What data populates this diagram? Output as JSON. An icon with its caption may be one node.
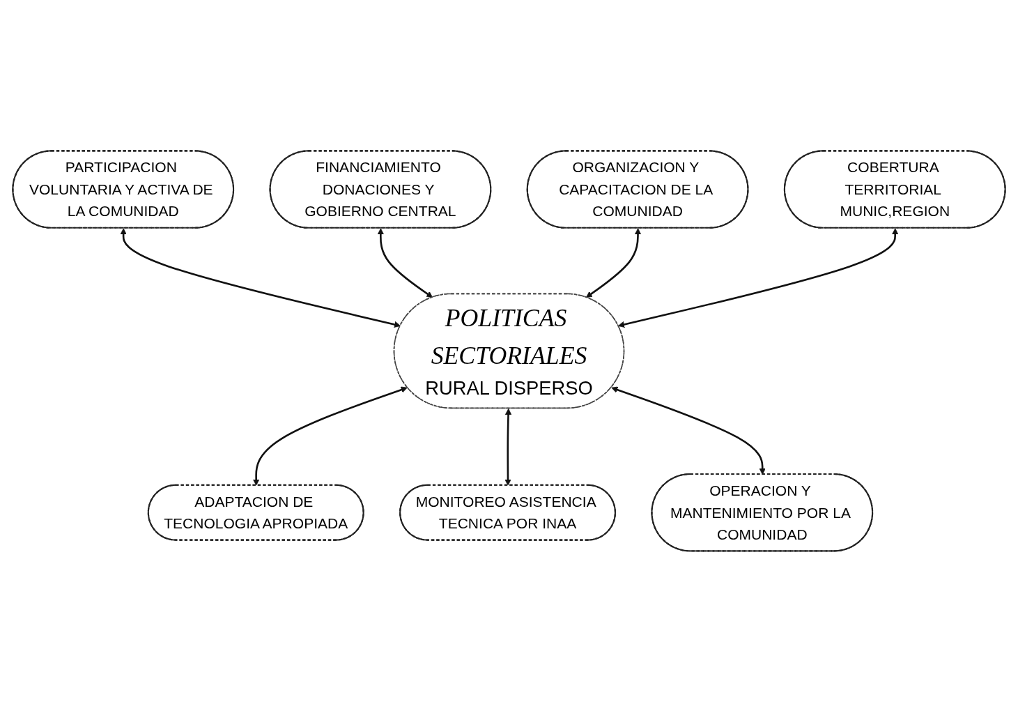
{
  "diagram": {
    "nodes": [
      {
        "text": [
          "PARTICIPACION VOLUNTARIA Y ACTIVA DE LA COMUNIDAD"
        ]
      },
      {
        "text": [
          "FINANCIAMIENTO DONACIONES Y GOBIERNO CENTRAL"
        ]
      },
      {
        "text": [
          "ORGANIZACION Y CAPACITACION DE LA COMUNIDAD"
        ]
      },
      {
        "text": [
          "COBERTURA TERRITORIAL MUNIC,REGION"
        ]
      },
      {
        "text": [
          "POLITICAS SECTORIALES",
          "RURAL DISPERSO"
        ]
      },
      {
        "text": [
          "ADAPTACION DE TECNOLOGIA APROPIADA"
        ]
      },
      {
        "text": [
          "MONITOREO ASISTENCIA TECNICA POR INAA"
        ]
      },
      {
        "text": [
          "OPERACION Y MANTENIMIENTO POR LA COMUNIDAD"
        ]
      }
    ],
    "edges": [
      {
        "from": 0,
        "to": 4,
        "arrow": "both"
      },
      {
        "from": 1,
        "to": 4,
        "arrow": "both"
      },
      {
        "from": 2,
        "to": 4,
        "arrow": "both"
      },
      {
        "from": 3,
        "to": 4,
        "arrow": "both"
      },
      {
        "from": 4,
        "to": 5,
        "arrow": "both"
      },
      {
        "from": 4,
        "to": 6,
        "arrow": "both"
      },
      {
        "from": 4,
        "to": 7,
        "arrow": "both"
      }
    ]
  }
}
